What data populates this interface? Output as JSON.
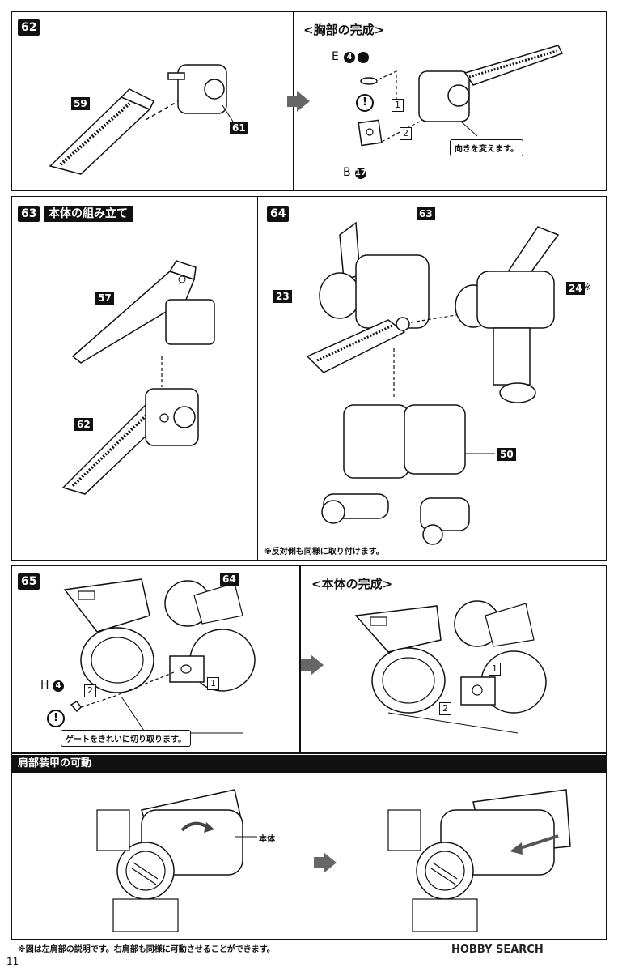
{
  "step62": {
    "num": "62",
    "title": "<胸部の完成>",
    "parts": [
      "59",
      "61"
    ],
    "e_letter": "E",
    "e_num": "4",
    "b_letter": "B",
    "b_num": "17",
    "step1": "1",
    "step2": "2",
    "warn": "!",
    "callout": "向きを変えます。"
  },
  "step63": {
    "num": "63",
    "title": "本体の組み立て",
    "parts": [
      "57",
      "62"
    ]
  },
  "step64": {
    "num": "64",
    "parts": [
      "63",
      "23",
      "24",
      "50"
    ],
    "asterisk": "※",
    "note": "※反対側も同様に取り付けます。"
  },
  "step65": {
    "num": "65",
    "part": "64",
    "h_letter": "H",
    "h_num": "4",
    "step1": "1",
    "step2": "2",
    "warn": "!",
    "callout": "ゲートをきれいに切り取ります。",
    "title": "<本体の完成>"
  },
  "shoulder": {
    "banner": "肩部装甲の可動",
    "label": "本体",
    "note": "※図は左肩部の説明です。右肩部も同様に可動させることができます。"
  },
  "footer": {
    "page": "11",
    "watermark": "HOBBY SEARCH"
  },
  "colors": {
    "ink": "#111111",
    "paper": "#ffffff",
    "arrow": "#666666"
  }
}
